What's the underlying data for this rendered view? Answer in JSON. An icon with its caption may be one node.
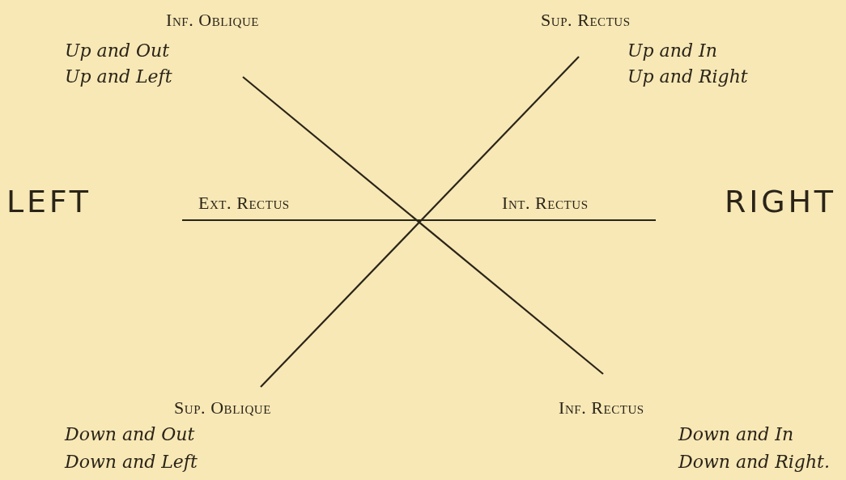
{
  "diagram": {
    "labels": [
      "Inf. Oblique",
      "Up and Out",
      "Up and Left",
      "Sup. Rectus",
      "Up and In",
      "Up and Right",
      "LEFT",
      "Ext. Rectus",
      "Int. Rectus",
      "RIGHT",
      "Sup. Oblique",
      "Down and Out",
      "Down and Left",
      "Inf. Rectus",
      "Down and In",
      "Down and Right."
    ]
  }
}
